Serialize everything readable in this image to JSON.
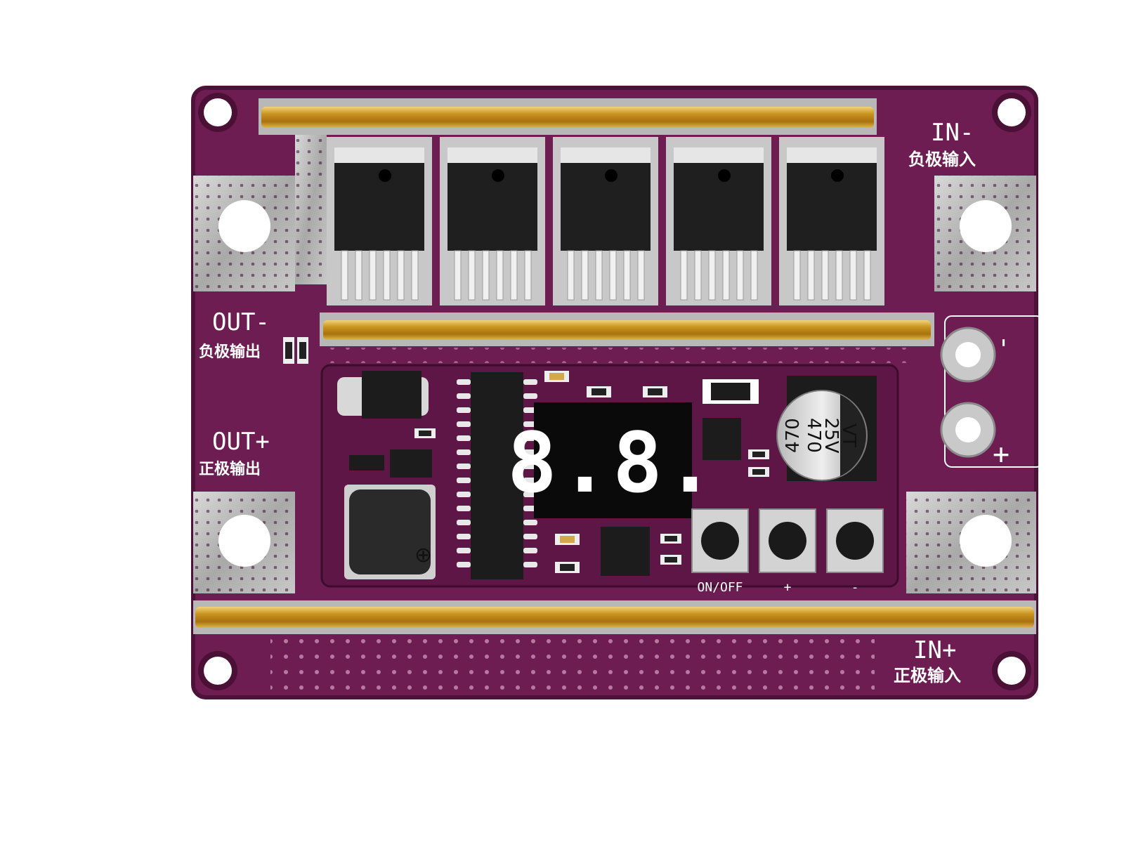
{
  "board": {
    "color": "#6e1d52",
    "labels": {
      "in_minus": "IN-",
      "in_minus_cn": "负极输入",
      "in_plus": "IN+",
      "in_plus_cn": "正极输入",
      "out_minus": "OUT-",
      "out_minus_cn": "负极输出",
      "out_plus": "OUT+",
      "out_plus_cn": "正极输出",
      "terminal_minus": "-",
      "terminal_plus": "+"
    },
    "display": {
      "digits": "8.8."
    },
    "capacitor": {
      "line1": "470",
      "line2": "25V",
      "line3": "VT"
    },
    "buttons": [
      {
        "label": "ON/OFF"
      },
      {
        "label": "+"
      },
      {
        "label": "-"
      }
    ],
    "mosfet_count": 5
  }
}
